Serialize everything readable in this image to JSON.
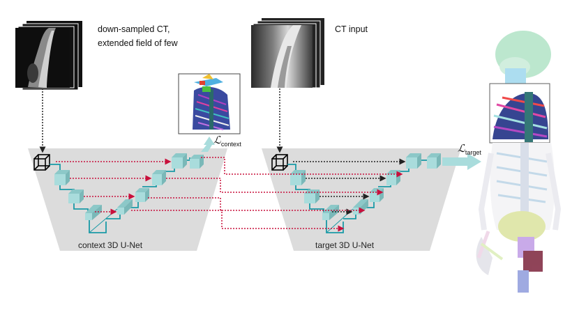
{
  "labels": {
    "downsampled_line1": "down-sampled CT,",
    "downsampled_line2": "extended field of few",
    "ct_input": "CT input",
    "context_unet": "context 3D U-Net",
    "target_unet": "target 3D U-Net",
    "loss_symbol": "ℒ",
    "loss_context_sub": "context",
    "loss_target_sub": "target"
  },
  "colors": {
    "trapezoid": "#dcdcdc",
    "block": "#a9dcdc",
    "block_side": "#8cc8c8",
    "teal_arrow": "#1a9aa6",
    "red_skip": "#c8103c",
    "black_skip": "#222222",
    "ct_dark": "#111111"
  },
  "icons": {
    "input_cube": "wireframe-cube-icon",
    "ct_slice": "ct-scan-image",
    "segmentation": "rib-segmentation-image",
    "skeleton": "full-body-skeleton-image"
  }
}
